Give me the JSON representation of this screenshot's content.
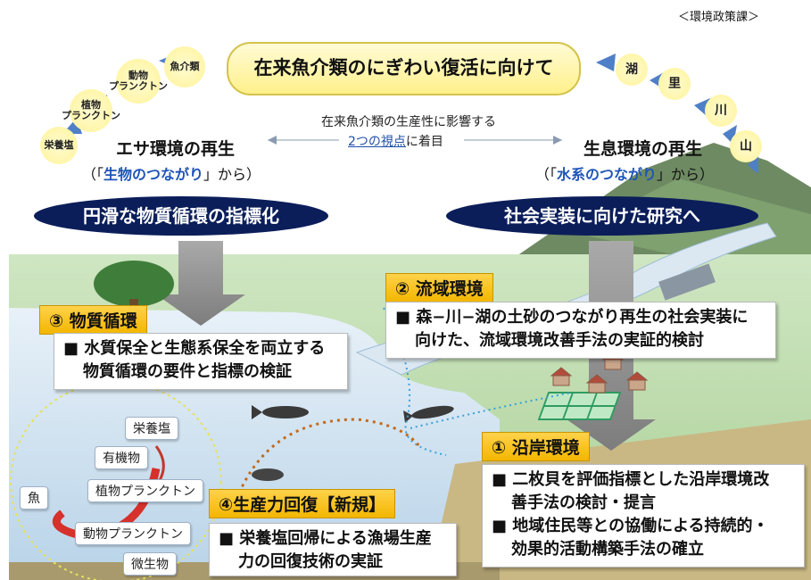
{
  "header": {
    "department": "＜環境政策課＞",
    "title": "在来魚介類のにぎわい復活に向けて",
    "center_line1": "在来魚介類の生産性に影響する",
    "center_line2_link": "2つの視点",
    "center_line2_tail": "に着目"
  },
  "left_arc": {
    "nodes": [
      "栄養塩",
      "植物\nプランクトン",
      "動物\nプランクトン",
      "魚介類"
    ],
    "heading": "エサ環境の再生",
    "sub_open": "（「",
    "sub_highlight": "生物のつながり",
    "sub_close": "」から）"
  },
  "right_arc": {
    "nodes": [
      "湖",
      "里",
      "川",
      "山"
    ],
    "heading": "生息環境の再生",
    "sub_open": "（「",
    "sub_highlight": "水系のつながり",
    "sub_close": "」から）"
  },
  "pills": {
    "left": "円滑な物質循環の指標化",
    "right": "社会実装に向けた研究へ"
  },
  "sections": {
    "s3": {
      "tag": "③ 物質循環",
      "line1": "■ 水質保全と生態系保全を両立する",
      "line2": "物質循環の要件と指標の検証"
    },
    "s2": {
      "tag": "② 流域環境",
      "line1": "■ 森−川−湖の土砂のつながり再生の社会実装に",
      "line2": "向けた、流域環境改善手法の実証的検討"
    },
    "s1": {
      "tag": "① 沿岸環境",
      "line1": "■ 二枚貝を評価指標とした沿岸環境改",
      "line2": "善手法の検討・提言",
      "line3": "■ 地域住民等との協働による持続的・",
      "line4": "効果的活動構築手法の確立"
    },
    "s4": {
      "tag": "④生産力回復【新規】",
      "line1": "■ 栄養塩回帰による漁場生産",
      "line2": "力の回復技術の実証"
    }
  },
  "food_chain": {
    "items": [
      "栄養塩",
      "有機物",
      "植物プランクトン",
      "魚",
      "動物プランクトン",
      "微生物"
    ]
  }
}
